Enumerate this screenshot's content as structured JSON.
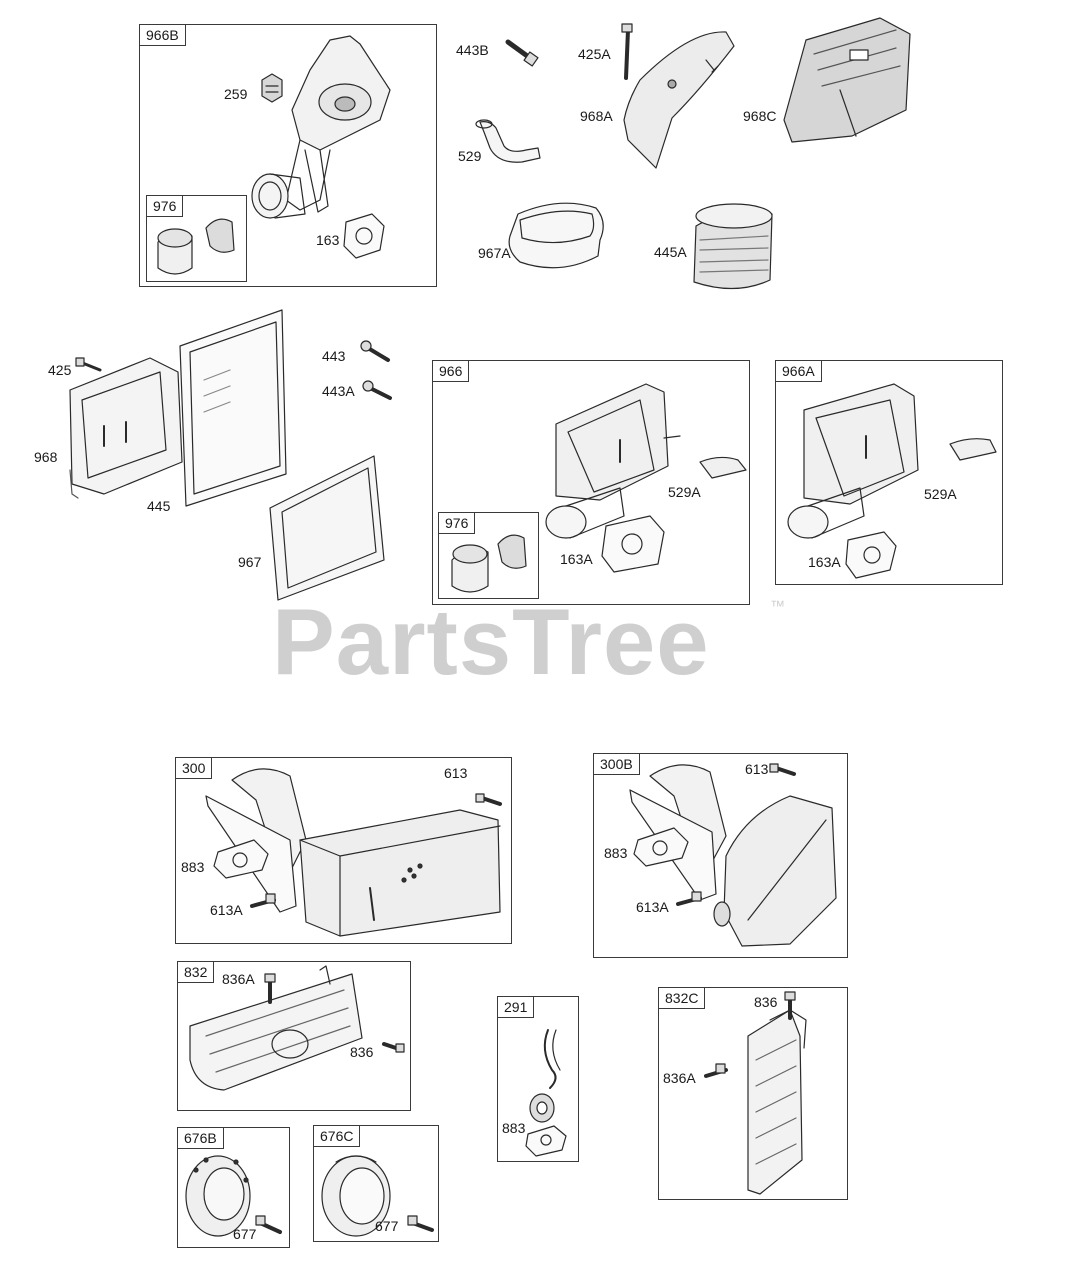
{
  "watermark": {
    "text": "PartsTree",
    "trademark": "™"
  },
  "groups": {
    "g966B": "966B",
    "g976a": "976",
    "g966": "966",
    "g976b": "976",
    "g966A": "966A",
    "g300": "300",
    "g300B": "300B",
    "g832": "832",
    "g291": "291",
    "g832C": "832C",
    "g676B": "676B",
    "g676C": "676C"
  },
  "labels": {
    "p259": "259",
    "p163": "163",
    "p443B": "443B",
    "p529": "529",
    "p425A": "425A",
    "p968A": "968A",
    "p968C": "968C",
    "p967A": "967A",
    "p445A": "445A",
    "p425": "425",
    "p968": "968",
    "p445": "445",
    "p443": "443",
    "p443A": "443A",
    "p967": "967",
    "p529A_1": "529A",
    "p163A_1": "163A",
    "p529A_2": "529A",
    "p163A_2": "163A",
    "p613_1": "613",
    "p883_1": "883",
    "p613A_1": "613A",
    "p613_2": "613",
    "p883_2": "883",
    "p613A_2": "613A",
    "p836A_1": "836A",
    "p836_1": "836",
    "p883_3": "883",
    "p836_2": "836",
    "p836A_2": "836A",
    "p677_1": "677",
    "p677_2": "677"
  }
}
